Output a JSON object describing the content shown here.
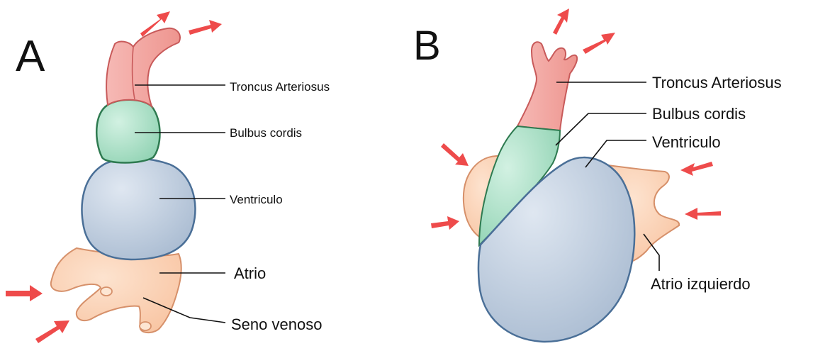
{
  "panels": [
    {
      "letter": "A",
      "labels": {
        "troncus": "Troncus Arteriosus",
        "bulbus": "Bulbus cordis",
        "ventriculo": "Ventriculo",
        "atrio": "Atrio",
        "seno": "Seno venoso"
      }
    },
    {
      "letter": "B",
      "labels": {
        "troncus": "Troncus Arteriosus",
        "bulbus": "Bulbus cordis",
        "ventriculo": "Ventriculo",
        "atrio_izq": "Atrio izquierdo"
      }
    }
  ],
  "colors": {
    "troncus": "#f2a3a0",
    "troncus_stroke": "#c85a5a",
    "bulbus": "#9fdcc0",
    "bulbus_stroke": "#2e7a50",
    "ventriculo": "#b9c7d9",
    "ventriculo_stroke": "#4a6f97",
    "atrio": "#fcccaa",
    "atrio_stroke": "#d6906a",
    "arrow": "#ee4b4b"
  }
}
